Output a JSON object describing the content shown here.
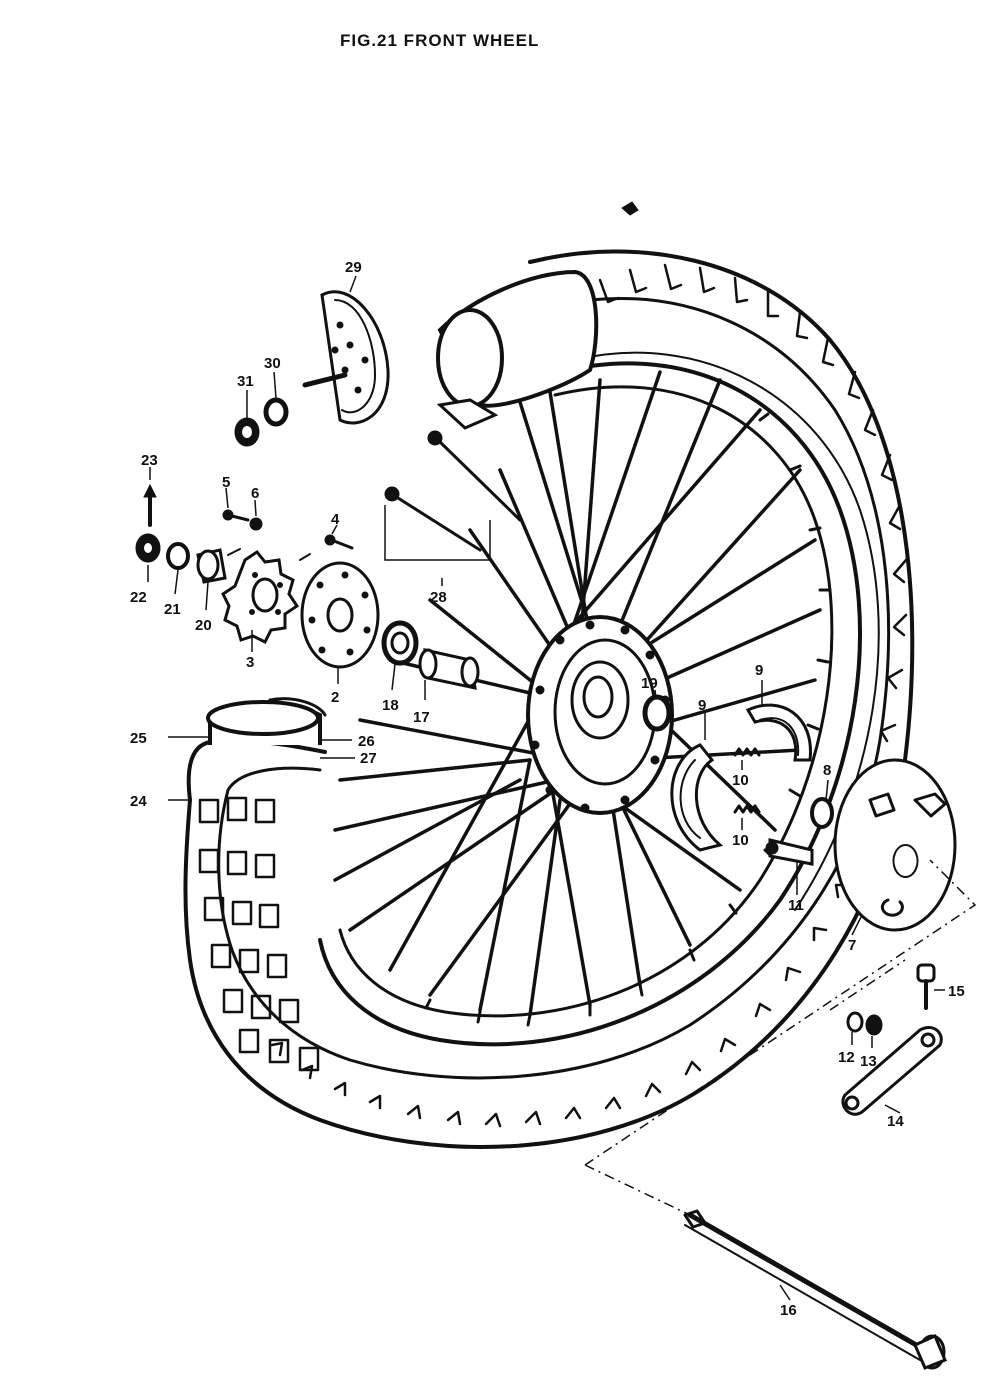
{
  "title": "FIG.21  FRONT WHEEL",
  "parts": [
    {
      "id": "p1",
      "label": "2"
    },
    {
      "id": "p2",
      "label": "3"
    },
    {
      "id": "p3",
      "label": "4"
    },
    {
      "id": "p4",
      "label": "5"
    },
    {
      "id": "p5",
      "label": "6"
    },
    {
      "id": "p6",
      "label": "7"
    },
    {
      "id": "p7",
      "label": "8"
    },
    {
      "id": "p8",
      "label": "9"
    },
    {
      "id": "p9",
      "label": "9"
    },
    {
      "id": "p10",
      "label": "10"
    },
    {
      "id": "p11",
      "label": "10"
    },
    {
      "id": "p12",
      "label": "11"
    },
    {
      "id": "p13",
      "label": "12"
    },
    {
      "id": "p14",
      "label": "13"
    },
    {
      "id": "p15",
      "label": "14"
    },
    {
      "id": "p16",
      "label": "15"
    },
    {
      "id": "p17",
      "label": "16"
    },
    {
      "id": "p18",
      "label": "17"
    },
    {
      "id": "p19",
      "label": "18"
    },
    {
      "id": "p20",
      "label": "19"
    },
    {
      "id": "p21",
      "label": "20"
    },
    {
      "id": "p22",
      "label": "21"
    },
    {
      "id": "p23",
      "label": "22"
    },
    {
      "id": "p24",
      "label": "23"
    },
    {
      "id": "p25",
      "label": "24"
    },
    {
      "id": "p26",
      "label": "25"
    },
    {
      "id": "p27",
      "label": "26"
    },
    {
      "id": "p28",
      "label": "27"
    },
    {
      "id": "p29",
      "label": "28"
    },
    {
      "id": "p30",
      "label": "29"
    },
    {
      "id": "p31",
      "label": "30"
    },
    {
      "id": "p32",
      "label": "31"
    }
  ]
}
